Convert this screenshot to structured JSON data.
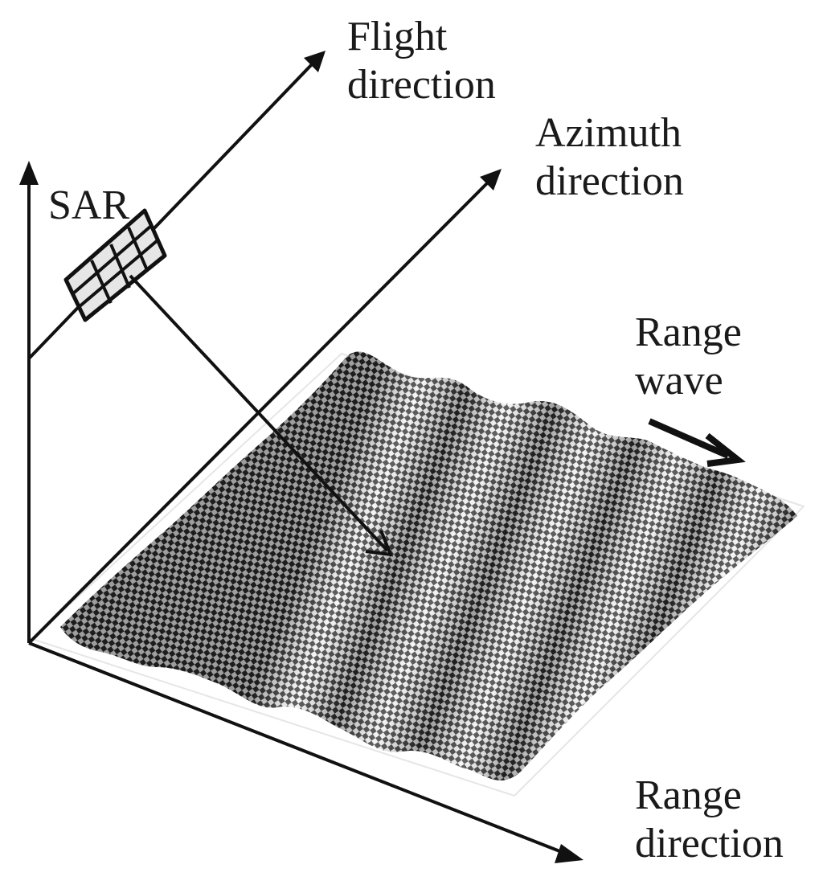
{
  "diagram": {
    "labels": {
      "flight": [
        "Flight",
        "direction"
      ],
      "azimuth": [
        "Azimuth",
        "direction"
      ],
      "sar": "SAR",
      "range_wave": [
        "Range",
        "wave"
      ],
      "range": [
        "Range",
        "direction"
      ]
    },
    "colors": {
      "line": "#111111",
      "surface_dark": "#2c2c2c",
      "surface_light": "#f2f2f2",
      "antenna_fill": "#e6e6e6"
    }
  }
}
